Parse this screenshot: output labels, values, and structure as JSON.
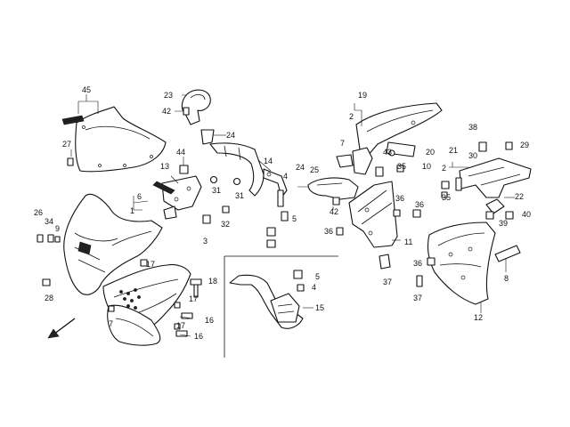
{
  "diagram": {
    "callouts": [
      {
        "id": "c45",
        "text": "45"
      },
      {
        "id": "c27",
        "text": "27"
      },
      {
        "id": "c23",
        "text": "23"
      },
      {
        "id": "c42a",
        "text": "42"
      },
      {
        "id": "c44",
        "text": "44"
      },
      {
        "id": "c24a",
        "text": "24"
      },
      {
        "id": "c13",
        "text": "13"
      },
      {
        "id": "c31a",
        "text": "31"
      },
      {
        "id": "c31b",
        "text": "31"
      },
      {
        "id": "c14",
        "text": "14"
      },
      {
        "id": "c6",
        "text": "6"
      },
      {
        "id": "c1",
        "text": "1"
      },
      {
        "id": "c26",
        "text": "26"
      },
      {
        "id": "c34",
        "text": "34"
      },
      {
        "id": "c9",
        "text": "9"
      },
      {
        "id": "c3",
        "text": "3"
      },
      {
        "id": "c32",
        "text": "32"
      },
      {
        "id": "c5a",
        "text": "5"
      },
      {
        "id": "c17a",
        "text": "17"
      },
      {
        "id": "c28",
        "text": "28"
      },
      {
        "id": "c18",
        "text": "18"
      },
      {
        "id": "c17b",
        "text": "17"
      },
      {
        "id": "c16a",
        "text": "16"
      },
      {
        "id": "c17c",
        "text": "17"
      },
      {
        "id": "c16b",
        "text": "16"
      },
      {
        "id": "c7a",
        "text": "7"
      },
      {
        "id": "c19",
        "text": "19"
      },
      {
        "id": "c2a",
        "text": "2"
      },
      {
        "id": "c7b",
        "text": "7"
      },
      {
        "id": "c43",
        "text": "43"
      },
      {
        "id": "c20",
        "text": "20"
      },
      {
        "id": "c35a",
        "text": "35"
      },
      {
        "id": "c10",
        "text": "10"
      },
      {
        "id": "c24b",
        "text": "24"
      },
      {
        "id": "c25",
        "text": "25"
      },
      {
        "id": "c4a",
        "text": "4"
      },
      {
        "id": "c42b",
        "text": "42"
      },
      {
        "id": "c36a",
        "text": "36"
      },
      {
        "id": "c36b",
        "text": "36"
      },
      {
        "id": "c36c",
        "text": "36"
      },
      {
        "id": "c11",
        "text": "11"
      },
      {
        "id": "c37a",
        "text": "37"
      },
      {
        "id": "c38",
        "text": "38"
      },
      {
        "id": "c29",
        "text": "29"
      },
      {
        "id": "c21",
        "text": "21"
      },
      {
        "id": "c30",
        "text": "30"
      },
      {
        "id": "c2b",
        "text": "2"
      },
      {
        "id": "c35b",
        "text": "35"
      },
      {
        "id": "c22",
        "text": "22"
      },
      {
        "id": "c40",
        "text": "40"
      },
      {
        "id": "c39",
        "text": "39"
      },
      {
        "id": "c8",
        "text": "8"
      },
      {
        "id": "c36d",
        "text": "36"
      },
      {
        "id": "c37b",
        "text": "37"
      },
      {
        "id": "c12",
        "text": "12"
      },
      {
        "id": "c5b",
        "text": "5"
      },
      {
        "id": "c4b",
        "text": "4"
      },
      {
        "id": "c15",
        "text": "15"
      }
    ]
  }
}
